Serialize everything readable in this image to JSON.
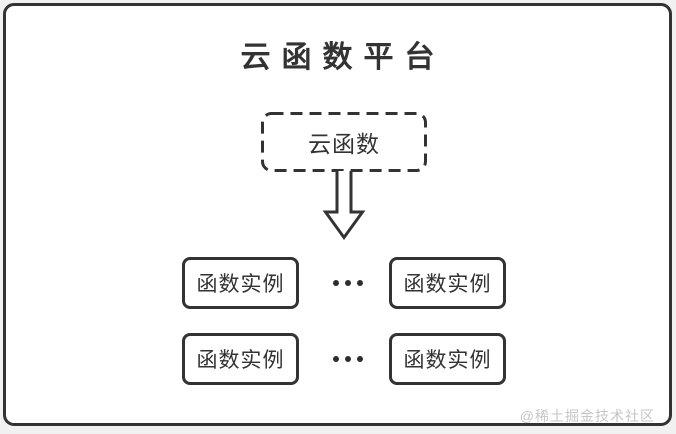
{
  "diagram": {
    "title": "云函数平台",
    "cloud_function": {
      "label": "云函数"
    },
    "instance_rows": [
      {
        "left": "函数实例",
        "right": "函数实例"
      },
      {
        "left": "函数实例",
        "right": "函数实例"
      }
    ],
    "watermark": "@稀土掘金技术社区",
    "colors": {
      "stroke": "#333333",
      "text": "#333333",
      "watermark": "#c6c6c6",
      "canvas": "#ffffff",
      "page_background": "#f1f1f1"
    }
  }
}
